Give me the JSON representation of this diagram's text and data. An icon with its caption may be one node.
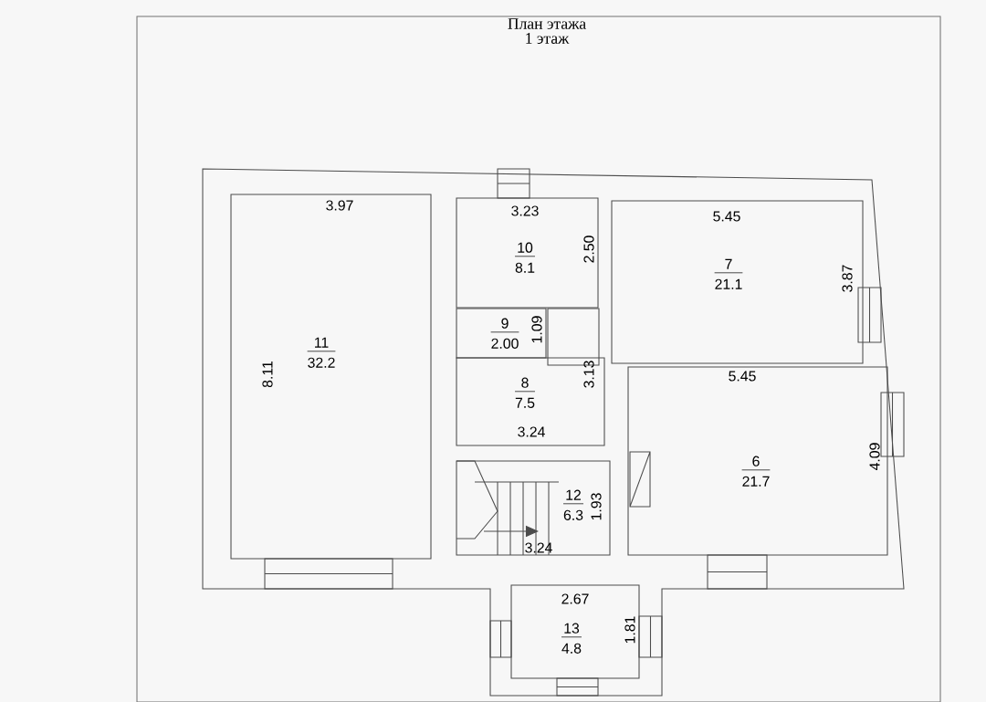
{
  "diagram": {
    "title": "План этажа",
    "nodes": [
      {
        "text": [
          "11",
          "32.2"
        ]
      },
      {
        "text": [
          "10",
          "8.1"
        ]
      },
      {
        "text": [
          "7",
          "21.1"
        ]
      },
      {
        "text": [
          "9",
          "2.00"
        ]
      },
      {
        "text": [
          "8",
          "7.5"
        ]
      },
      {
        "text": [
          "6",
          "21.7"
        ]
      },
      {
        "text": [
          "12",
          "6.3"
        ]
      },
      {
        "text": [
          "13",
          "4.8"
        ]
      }
    ],
    "labels": [
      "1 этаж",
      "3.97",
      "3.23",
      "5.45",
      "2.50",
      "3.87",
      "1.09",
      "8.11",
      "3.13",
      "5.45",
      "3.24",
      "4.09",
      "1.93",
      "3.24",
      "2.67",
      "1.81"
    ]
  }
}
